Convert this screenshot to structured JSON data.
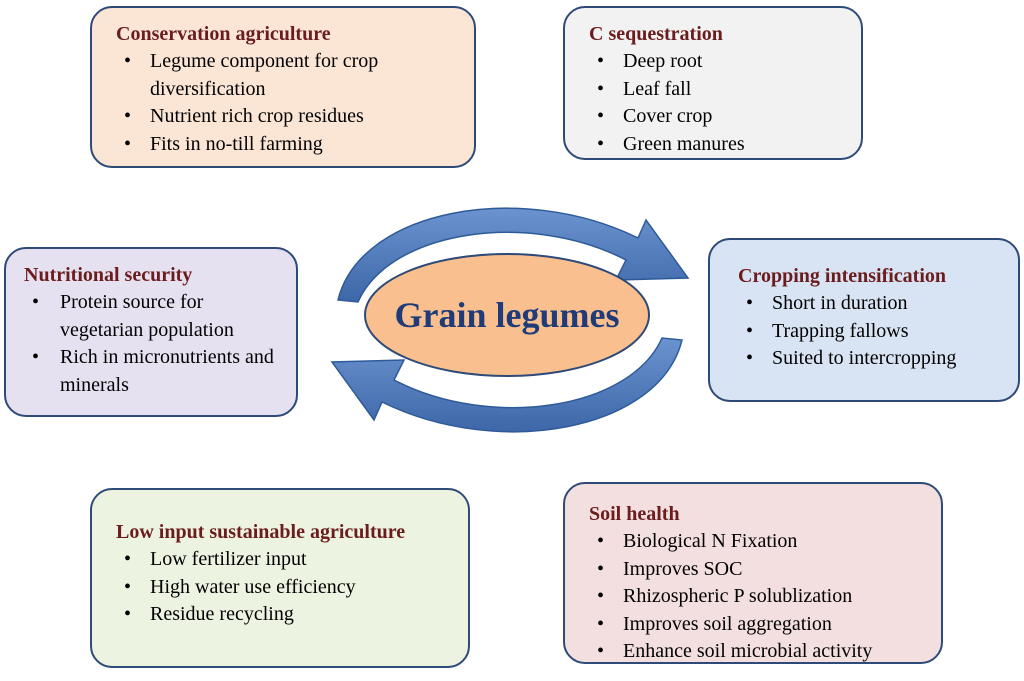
{
  "center": {
    "title": "Grain legumes"
  },
  "boxes": {
    "conservation": {
      "title": "Conservation agriculture",
      "items": [
        "Legume component for crop diversification",
        "Nutrient rich crop residues",
        "Fits in no-till farming"
      ]
    },
    "csequestration": {
      "title": "C sequestration",
      "items": [
        "Deep root",
        "Leaf fall",
        "Cover crop",
        "Green manures"
      ]
    },
    "nutritional": {
      "title": "Nutritional security",
      "items": [
        "Protein source for vegetarian population",
        "Rich in micronutrients and minerals"
      ]
    },
    "cropping": {
      "title": "Cropping intensification",
      "items": [
        "Short in duration",
        "Trapping fallows",
        "Suited to intercropping"
      ]
    },
    "lowinput": {
      "title": "Low input sustainable agriculture",
      "items": [
        "Low fertilizer input",
        "High water use efficiency",
        "Residue recycling"
      ]
    },
    "soil": {
      "title": "Soil health",
      "items": [
        "Biological N Fixation",
        "Improves SOC",
        "Rhizospheric P solublization",
        "Improves soil aggregation",
        "Enhance soil microbial activity"
      ]
    }
  },
  "colors": {
    "border": "#2e4a78",
    "title_text": "#6b1c1c",
    "center_fill": "#f9bf8f",
    "center_text": "#1f3c78",
    "arrow": "#4a76b5"
  }
}
